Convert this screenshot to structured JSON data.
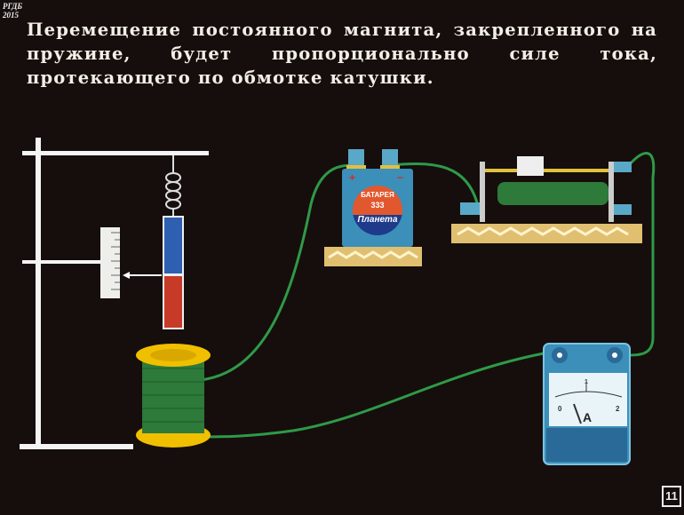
{
  "watermark": {
    "line1": "РГДБ",
    "line2": "2015"
  },
  "caption": "Перемещение постоянного магнита, закрепленного на пружине, будет пропорционально силе тока, протекающего по обмотке катушки.",
  "battery": {
    "line1": "БАТАРЕЯ",
    "line2": "333",
    "brand": "Планета",
    "plus": "+",
    "minus": "−"
  },
  "ammeter": {
    "unit": "A",
    "scale": [
      "0",
      "1",
      "2"
    ],
    "reading": 0.3
  },
  "frame_number": "11",
  "colors": {
    "wire": "#2e9a48",
    "magnet_north": "#2f5fb0",
    "magnet_south": "#c83a28",
    "coil": "#2d7a3a",
    "spool": "#f0c000",
    "device": "#3b8fb8"
  }
}
